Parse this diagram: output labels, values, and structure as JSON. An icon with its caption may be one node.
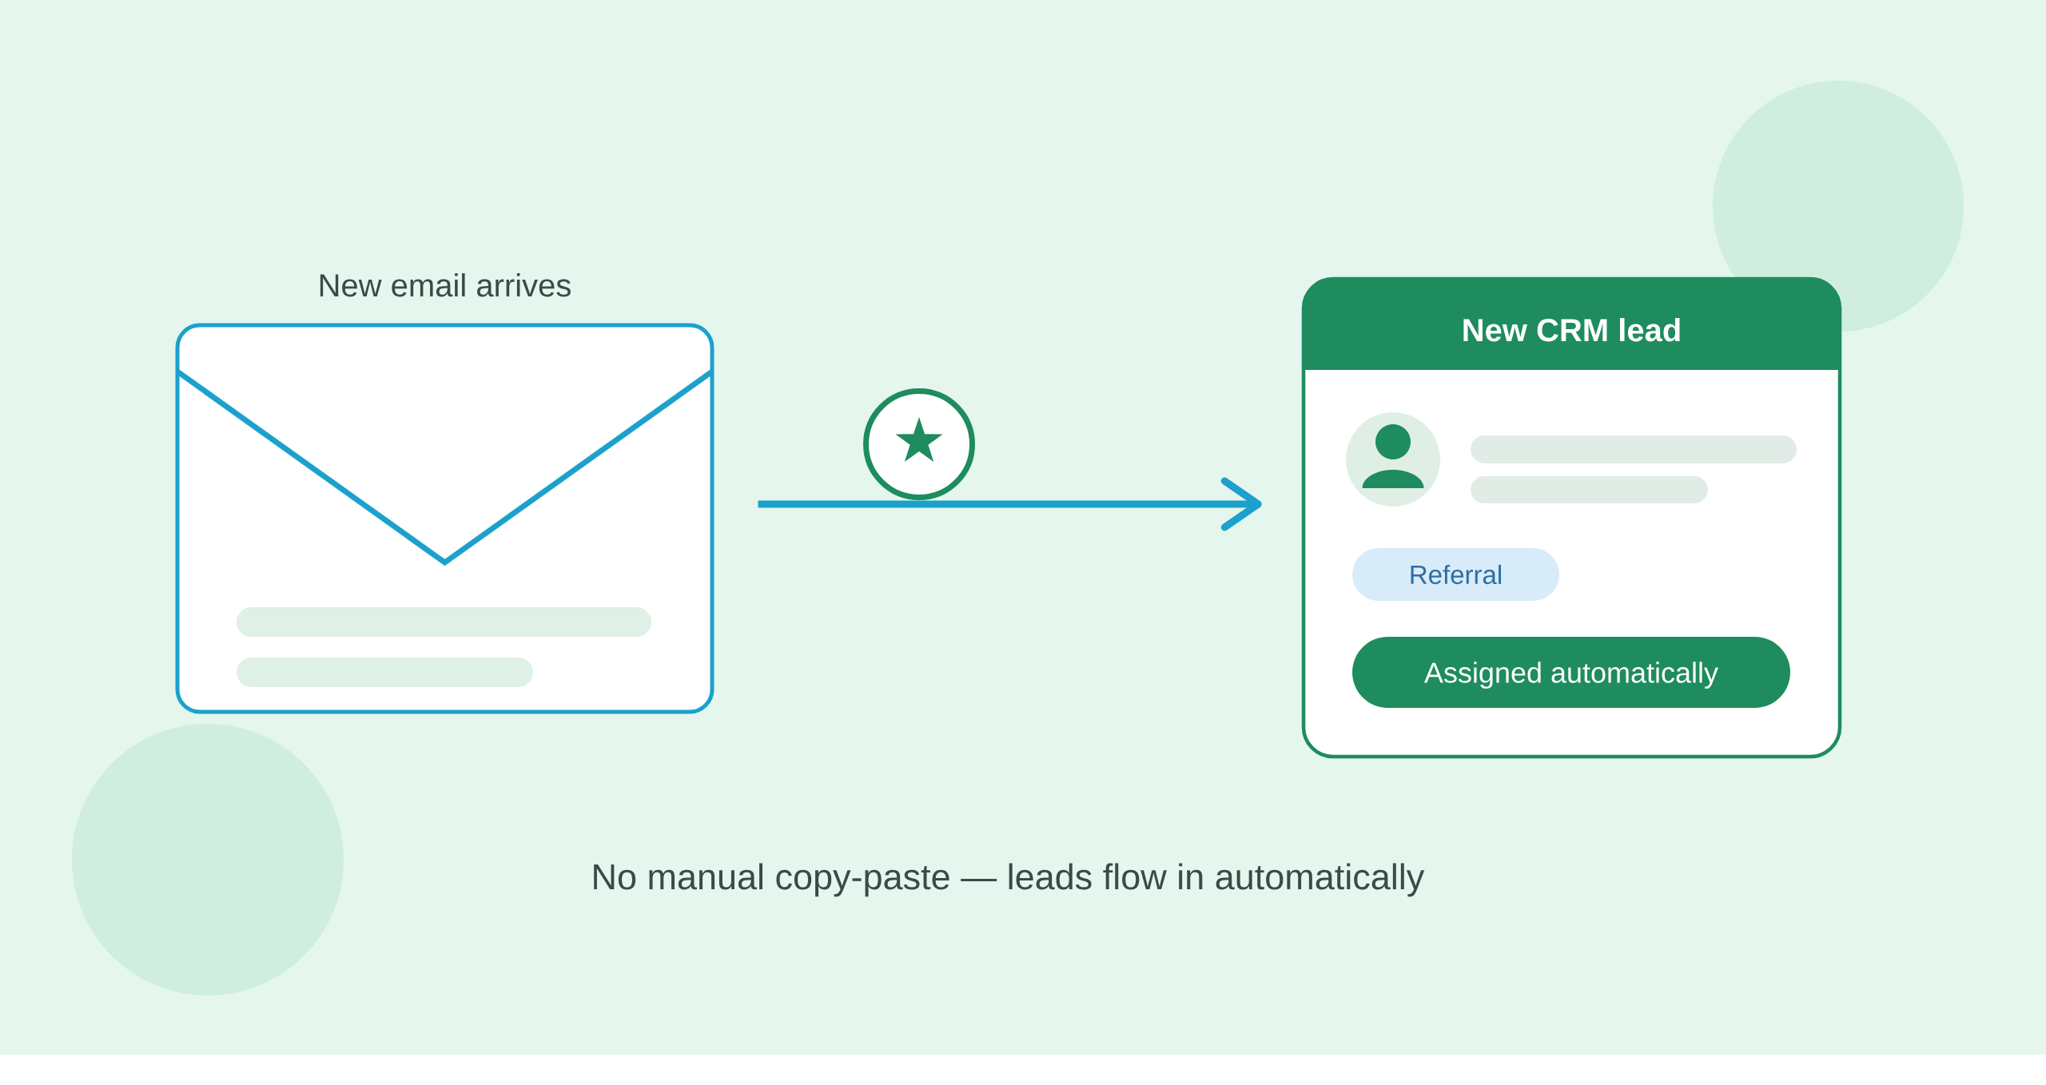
{
  "diagram": {
    "caption": "No manual copy-paste — leads flow in automatically",
    "nodes": [
      {
        "text": [
          "New email arrives"
        ]
      },
      {
        "text": [
          "New CRM lead"
        ]
      },
      {
        "text": [
          "Referral"
        ],
        "in": 1
      },
      {
        "text": [
          "Assigned automatically"
        ],
        "in": 1
      }
    ],
    "edges": [
      {
        "from": 0,
        "to": 1,
        "arrow": "to"
      }
    ]
  }
}
